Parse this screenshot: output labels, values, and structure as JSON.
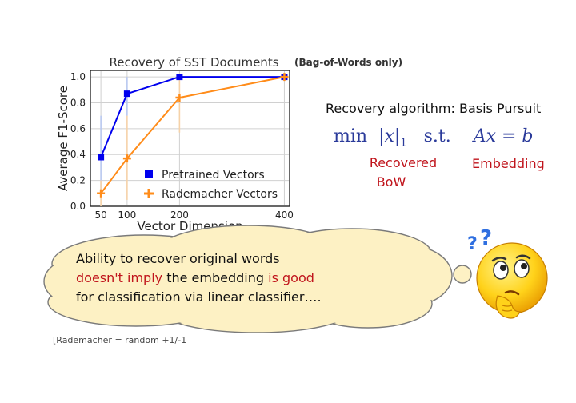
{
  "chart_data": {
    "type": "line",
    "title": "Recovery of SST Documents",
    "xlabel": "Vector Dimension",
    "ylabel": "Average F1-Score",
    "x": [
      50,
      100,
      200,
      400
    ],
    "x_tick_labels": [
      "50",
      "100",
      "200",
      "400"
    ],
    "y_tick_labels": [
      "0.0",
      "0.2",
      "0.4",
      "0.6",
      "0.8",
      "1.0"
    ],
    "ylim": [
      0,
      1.05
    ],
    "grid": true,
    "legend_position": "bottom-right",
    "series": [
      {
        "name": "Pretrained Vectors",
        "color": "#0000ee",
        "marker": "square",
        "values": [
          0.38,
          0.87,
          1.0,
          1.0
        ],
        "error_low": [
          0.08,
          0.7,
          1.0,
          1.0
        ],
        "error_high": [
          0.7,
          1.0,
          1.0,
          1.0
        ]
      },
      {
        "name": "Rademacher Vectors",
        "color": "#ff8c1a",
        "marker": "plus",
        "values": [
          0.1,
          0.37,
          0.84,
          1.0
        ],
        "error_low": [
          0.0,
          0.05,
          0.57,
          1.0
        ],
        "error_high": [
          0.2,
          0.7,
          1.0,
          1.0
        ]
      }
    ]
  },
  "side_note": "(Bag-of-Words only)",
  "algorithm": {
    "title": "Recovery algorithm: Basis Pursuit",
    "formula_min": "min",
    "formula_norm": "|x|",
    "formula_sub": "1",
    "formula_st": "s.t.",
    "formula_eq": "Ax = b",
    "label_recovered_1": "Recovered",
    "label_recovered_2": "BoW",
    "label_embedding": "Embedding"
  },
  "thought": {
    "line1": "Ability to recover original words",
    "line2_a": "doesn't imply",
    "line2_b": " the embedding ",
    "line2_c": "is good",
    "line3": "for classification via linear classifier…."
  },
  "footnote": "[Rademacher = random +1/-1",
  "icons": [
    "thinking-face-icon",
    "question-marks-icon"
  ],
  "colors": {
    "accent_red": "#c0141c",
    "formula_blue": "#2a3a9a",
    "cloud_fill": "#fdf1c4"
  }
}
